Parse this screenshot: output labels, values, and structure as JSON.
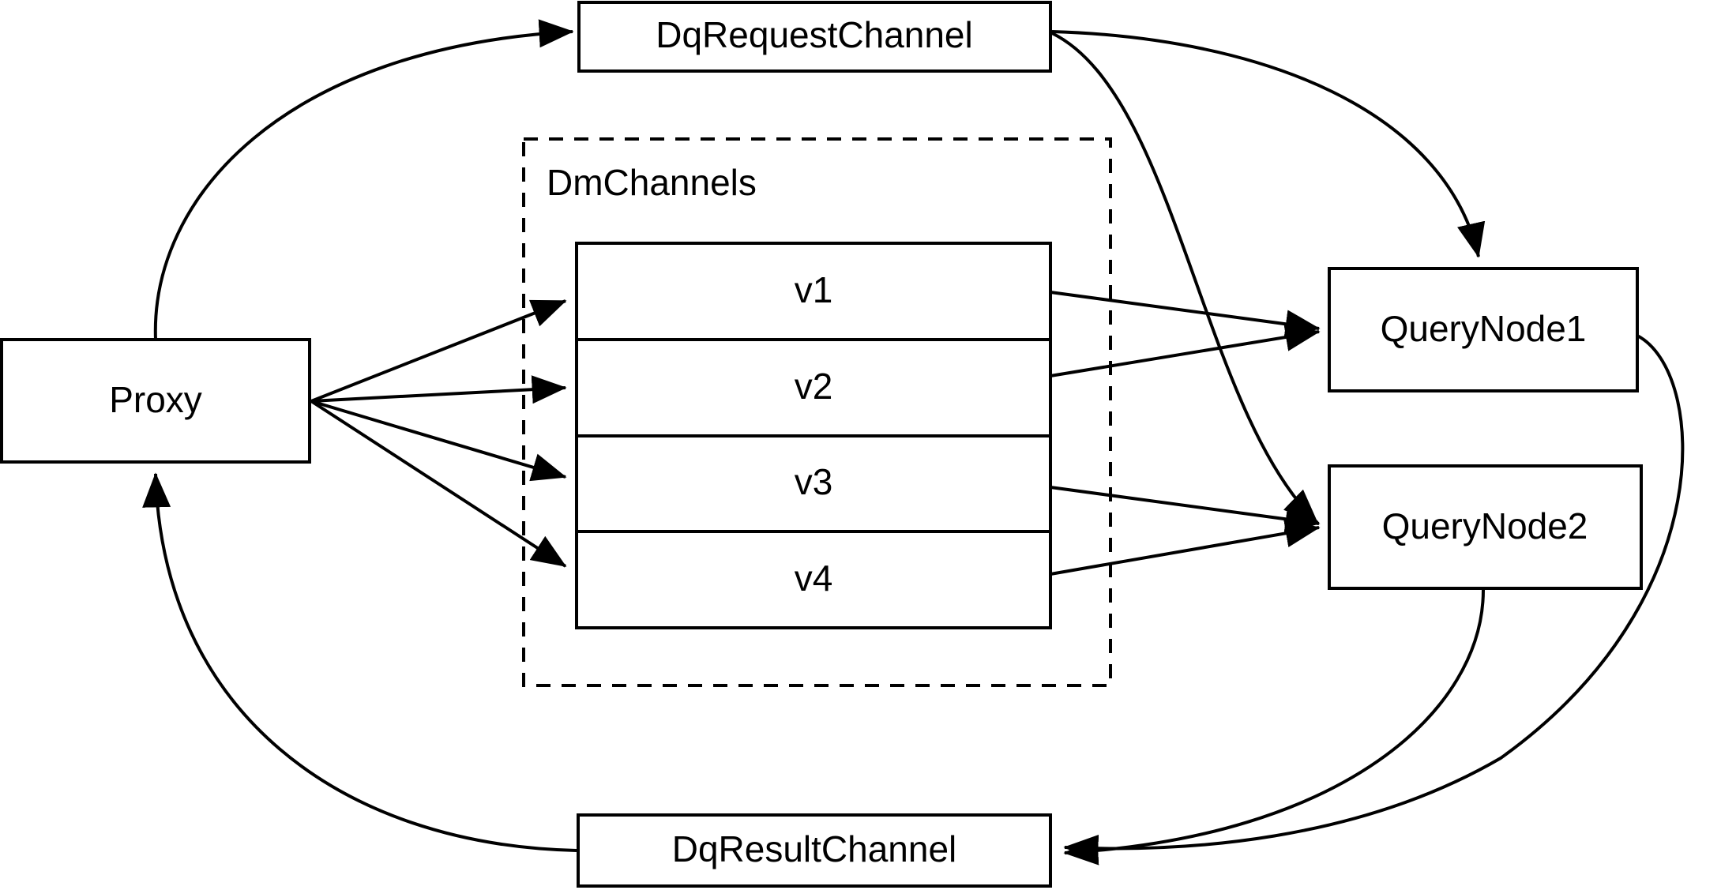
{
  "diagram": {
    "type": "architecture-flow-diagram",
    "background_color": "#ffffff",
    "line_color": "#000000",
    "nodes": {
      "proxy": {
        "label": "Proxy"
      },
      "dq_request_channel": {
        "label": "DqRequestChannel"
      },
      "dq_result_channel": {
        "label": "DqResultChannel"
      },
      "query_node_1": {
        "label": "QueryNode1"
      },
      "query_node_2": {
        "label": "QueryNode2"
      },
      "dm_channels_group": {
        "label": "DmChannels"
      }
    },
    "channel_rows": [
      {
        "label": "v1"
      },
      {
        "label": "v2"
      },
      {
        "label": "v3"
      },
      {
        "label": "v4"
      }
    ],
    "edges": [
      {
        "from": "Proxy",
        "to": "DqRequestChannel",
        "style": "curved",
        "arrow": true
      },
      {
        "from": "Proxy",
        "to": "v1",
        "style": "straight",
        "arrow": true
      },
      {
        "from": "Proxy",
        "to": "v2",
        "style": "straight",
        "arrow": true
      },
      {
        "from": "Proxy",
        "to": "v3",
        "style": "straight",
        "arrow": true
      },
      {
        "from": "Proxy",
        "to": "v4",
        "style": "straight",
        "arrow": true
      },
      {
        "from": "DqRequestChannel",
        "to": "QueryNode1",
        "style": "curved",
        "arrow": true
      },
      {
        "from": "DqRequestChannel",
        "to": "QueryNode2",
        "style": "curved",
        "arrow": true
      },
      {
        "from": "v1",
        "to": "QueryNode1",
        "style": "straight",
        "arrow": true
      },
      {
        "from": "v2",
        "to": "QueryNode1",
        "style": "straight",
        "arrow": true
      },
      {
        "from": "v3",
        "to": "QueryNode2",
        "style": "straight",
        "arrow": true
      },
      {
        "from": "v4",
        "to": "QueryNode2",
        "style": "straight",
        "arrow": true
      },
      {
        "from": "QueryNode1",
        "to": "DqResultChannel",
        "style": "curved",
        "arrow": true
      },
      {
        "from": "QueryNode2",
        "to": "DqResultChannel",
        "style": "curved",
        "arrow": true
      },
      {
        "from": "DqResultChannel",
        "to": "Proxy",
        "style": "curved",
        "arrow": true
      }
    ]
  }
}
